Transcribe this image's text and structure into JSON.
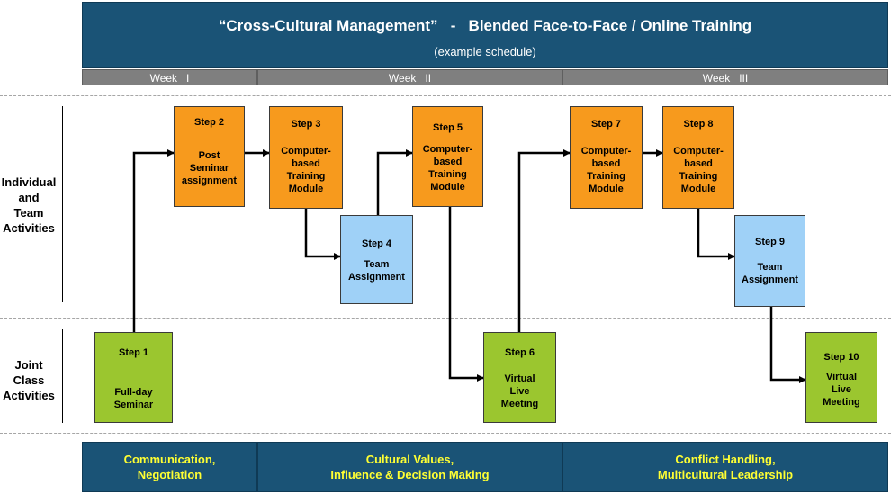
{
  "header": {
    "title": "“Cross-Cultural Management”   -   Blended Face-to-Face / Online Training",
    "subtitle": "(example schedule)"
  },
  "weeks": [
    "Week   I",
    "Week   II",
    "Week   III"
  ],
  "row_labels": {
    "individual": "Individual\nand\nTeam\nActivities",
    "joint": "Joint\nClass\nActivities"
  },
  "steps": [
    {
      "label": "Step 1",
      "text": "Full-day\nSeminar",
      "color": "#9bc62f"
    },
    {
      "label": "Step 2",
      "text": "Post\nSeminar\nassignment",
      "color": "#f79a1d"
    },
    {
      "label": "Step 3",
      "text": "Computer-\nbased\nTraining\nModule",
      "color": "#f79a1d"
    },
    {
      "label": "Step 4",
      "text": "Team\nAssignment",
      "color": "#9fd1f7"
    },
    {
      "label": "Step 5",
      "text": "Computer-\nbased\nTraining\nModule",
      "color": "#f79a1d"
    },
    {
      "label": "Step 6",
      "text": "Virtual\nLive\nMeeting",
      "color": "#9bc62f"
    },
    {
      "label": "Step 7",
      "text": "Computer-\nbased\nTraining\nModule",
      "color": "#f79a1d"
    },
    {
      "label": "Step 8",
      "text": "Computer-\nbased\nTraining\nModule",
      "color": "#f79a1d"
    },
    {
      "label": "Step 9",
      "text": "Team\nAssignment",
      "color": "#9fd1f7"
    },
    {
      "label": "Step 10",
      "text": "Virtual\nLive\nMeeting",
      "color": "#9bc62f"
    }
  ],
  "footer": [
    "Communication,\nNegotiation",
    "Cultural Values,\nInfluence & Decision Making",
    "Conflict Handling,\nMulticultural Leadership"
  ],
  "colors": {
    "header_bg": "#1a5376",
    "footer_text": "#ffff33",
    "week_bar": "#7f7f7f"
  }
}
